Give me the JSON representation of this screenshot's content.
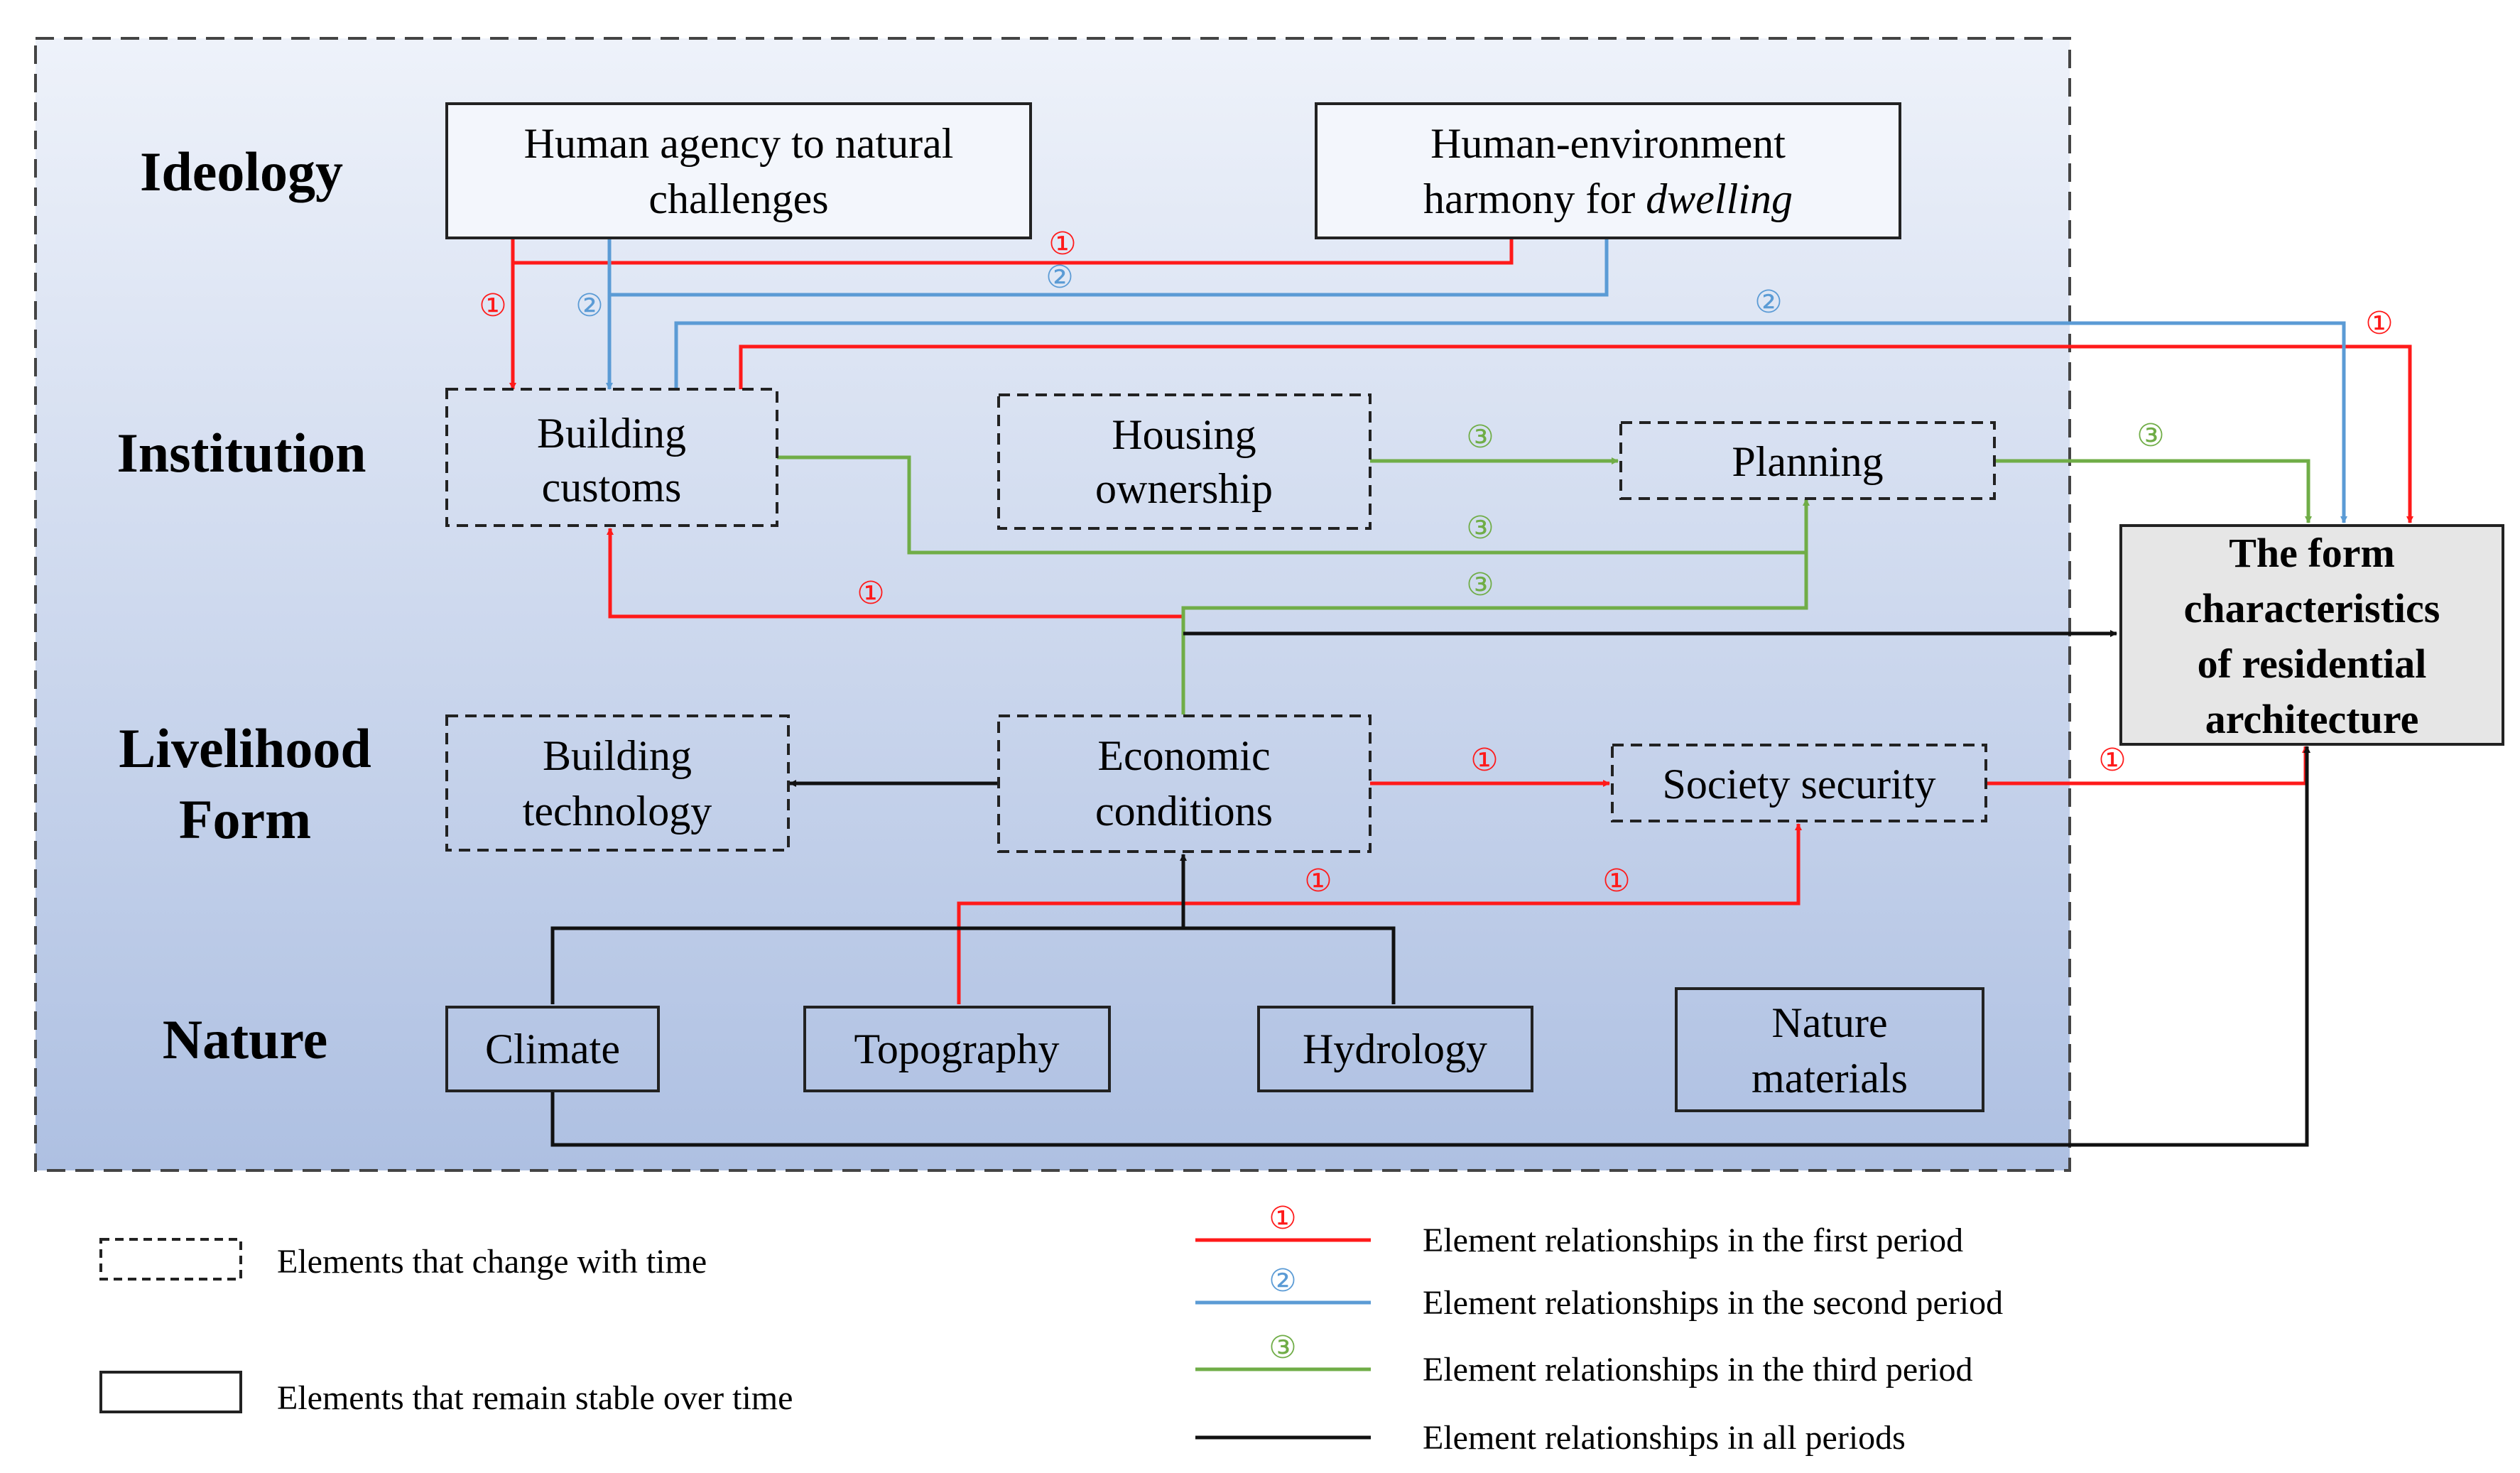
{
  "colors": {
    "red": "#ff1a1a",
    "blue": "#5b9bd5",
    "green": "#70ad47",
    "black": "#111111",
    "panel_top": "#eef2fa",
    "panel_bottom": "#aec0e2",
    "result_fill": "#e6e6e6"
  },
  "layers": {
    "ideology": "Ideology",
    "institution": "Institution",
    "livelihood_1": "Livelihood",
    "livelihood_2": "Form",
    "nature": "Nature"
  },
  "nodes": {
    "human_agency": [
      "Human agency to natural",
      "challenges"
    ],
    "harmony": {
      "line1": "Human-environment",
      "line2_prefix": "harmony for ",
      "line2_italic": "dwelling"
    },
    "building_customs": [
      "Building",
      "customs"
    ],
    "housing_ownership": [
      "Housing",
      "ownership"
    ],
    "planning": "Planning",
    "building_technology": [
      "Building",
      "technology"
    ],
    "economic_conditions": [
      "Economic",
      "conditions"
    ],
    "society_security": "Society security",
    "climate": "Climate",
    "topography": "Topography",
    "hydrology": "Hydrology",
    "nature_materials": [
      "Nature",
      "materials"
    ],
    "result": [
      "The form",
      "characteristics",
      "of residential",
      "architecture"
    ]
  },
  "period_marks": {
    "first": "①",
    "second": "②",
    "third": "③"
  },
  "legend": {
    "dashed_box": "Elements that change with time",
    "solid_box": "Elements that remain stable over time",
    "first_period": "Element relationships in the first period",
    "second_period": "Element relationships in the second period",
    "third_period": "Element relationships in the third period",
    "all_periods": "Element relationships in all periods"
  }
}
